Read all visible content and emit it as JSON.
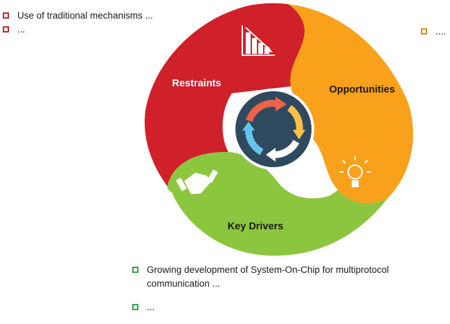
{
  "segments": {
    "restraints": {
      "label": "Restraints",
      "color": "#d0202a",
      "icon": "declining-bar-chart-icon"
    },
    "opportunities": {
      "label": "Opportunities",
      "color": "#f9a11b",
      "icon": "lightbulb-icon"
    },
    "drivers": {
      "label": "Key Drivers",
      "color": "#8cc63f",
      "icon": "handshake-icon"
    }
  },
  "center": {
    "color": "#2f4a5f",
    "icon": "cycle-arrows-icon"
  },
  "restraints_list": [
    "Use of traditional mechanisms ...",
    "..."
  ],
  "opportunities_list": [
    "...."
  ],
  "drivers_list": [
    "Growing development of System-On-Chip for multiprotocol communication ...",
    "..."
  ]
}
